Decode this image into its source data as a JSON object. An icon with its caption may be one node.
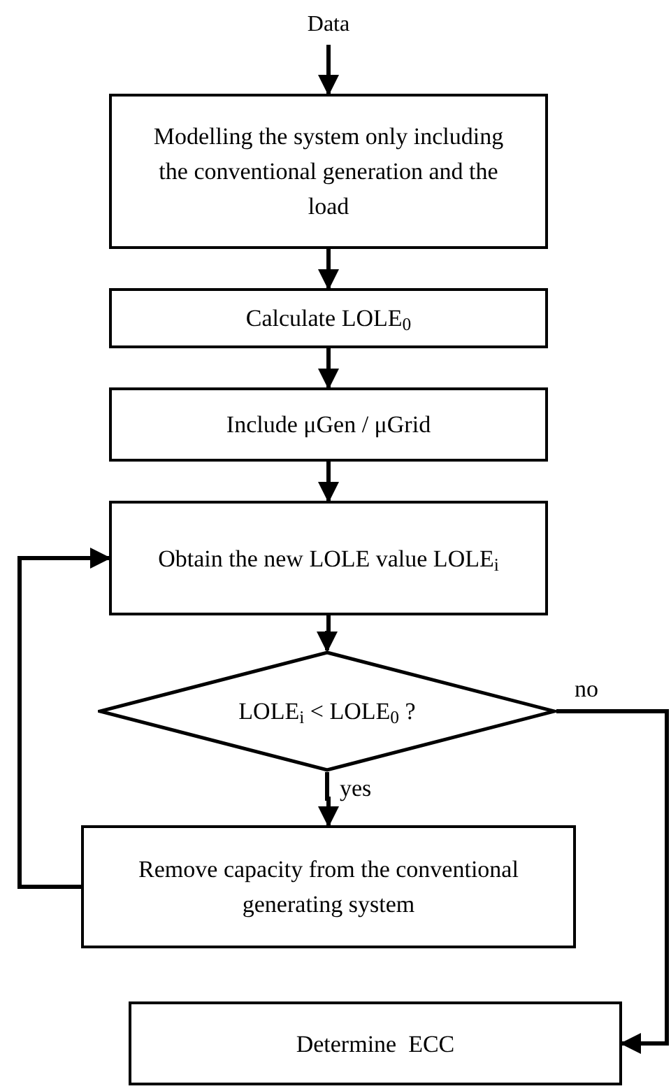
{
  "diagram": {
    "nodes": [
      {
        "text": [
          "Data"
        ]
      },
      {
        "text": [
          "Modelling the system only including the conventional generation and the load"
        ]
      },
      {
        "text": [
          "Calculate LOLE$_{0}$"
        ]
      },
      {
        "text": [
          "Include μGen / μGrid"
        ]
      },
      {
        "text": [
          "Obtain the new LOLE value LOLE$_{i}$"
        ]
      },
      {
        "text": [
          "LOLE$_{i}$ < LOLE$_{0}$ ?"
        ]
      },
      {
        "text": [
          "Remove capacity from the conventional generating system"
        ]
      },
      {
        "text": [
          "Determine  ECC"
        ]
      }
    ],
    "edges": [
      {
        "from": 0,
        "to": 1,
        "arrow": "to"
      },
      {
        "from": 1,
        "to": 2,
        "arrow": "to"
      },
      {
        "from": 2,
        "to": 3,
        "arrow": "to"
      },
      {
        "from": 3,
        "to": 4,
        "arrow": "to"
      },
      {
        "from": 4,
        "to": 5,
        "arrow": "to"
      },
      {
        "from": 5,
        "to": 6,
        "arrow": "to",
        "label": "yes"
      },
      {
        "from": 6,
        "to": 4,
        "arrow": "to"
      },
      {
        "from": 5,
        "to": 7,
        "arrow": "to",
        "label": "no"
      }
    ]
  }
}
